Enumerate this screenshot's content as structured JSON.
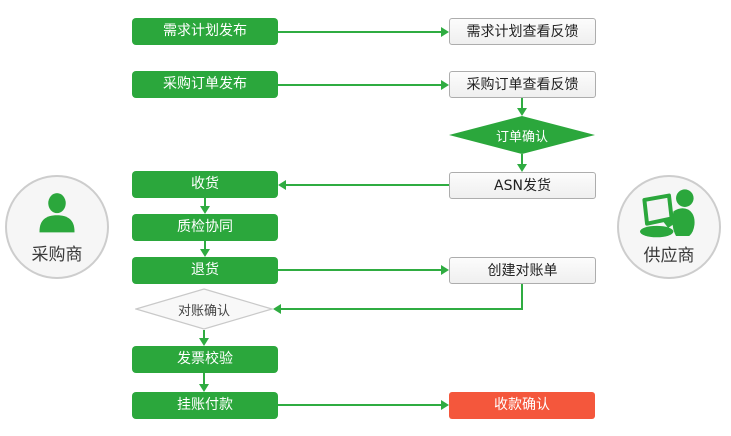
{
  "diagram": {
    "title_hint": "SRM purchase collaboration flow",
    "actors": {
      "buyer": {
        "label": "采购商",
        "icon": "person-icon"
      },
      "supplier": {
        "label": "供应商",
        "icon": "person-laptop-icon"
      }
    },
    "nodes": {
      "demand_plan_publish": "需求计划发布",
      "purchase_order_publish": "采购订单发布",
      "receive_goods": "收货",
      "quality_inspection": "质检协同",
      "return_goods": "退货",
      "reconciliation_confirm": "对账确认",
      "invoice_verification": "发票校验",
      "account_payment": "挂账付款",
      "demand_plan_feedback": "需求计划查看反馈",
      "purchase_order_feedback": "采购订单查看反馈",
      "order_confirm": "订单确认",
      "asn_shipping": "ASN发货",
      "create_statement": "创建对账单",
      "payment_confirm": "收款确认"
    },
    "edges": [
      {
        "from": "demand_plan_publish",
        "to": "demand_plan_feedback"
      },
      {
        "from": "purchase_order_publish",
        "to": "purchase_order_feedback"
      },
      {
        "from": "purchase_order_feedback",
        "to": "order_confirm"
      },
      {
        "from": "order_confirm",
        "to": "asn_shipping"
      },
      {
        "from": "asn_shipping",
        "to": "receive_goods"
      },
      {
        "from": "receive_goods",
        "to": "quality_inspection"
      },
      {
        "from": "quality_inspection",
        "to": "return_goods"
      },
      {
        "from": "return_goods",
        "to": "create_statement"
      },
      {
        "from": "create_statement",
        "to": "reconciliation_confirm"
      },
      {
        "from": "reconciliation_confirm",
        "to": "invoice_verification"
      },
      {
        "from": "invoice_verification",
        "to": "account_payment"
      },
      {
        "from": "account_payment",
        "to": "payment_confirm"
      }
    ],
    "colors": {
      "green_node": "#2BA73C",
      "arrow_green": "#2FAC41",
      "red_node": "#F4573C",
      "outline_box_border": "#ADADAD",
      "outline_box_bg": "#F5F5F5",
      "gray_diamond_bg": "#F8F8F8",
      "gray_diamond_border": "#C9C9C9",
      "circle_bg": "#F6F6F6",
      "circle_border": "#CDCDCD"
    }
  }
}
